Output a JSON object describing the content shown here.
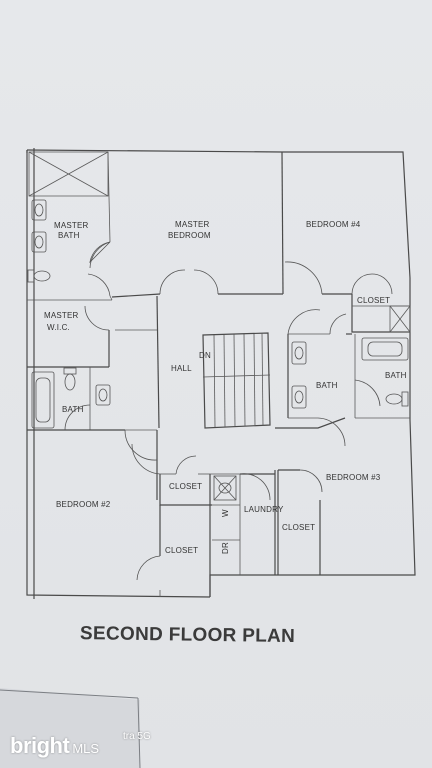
{
  "plan": {
    "title": "SECOND FLOOR PLAN",
    "rooms": {
      "master_bath_1": "MASTER",
      "master_bath_2": "BATH",
      "master_bedroom_1": "MASTER",
      "master_bedroom_2": "BEDROOM",
      "bedroom4": "BEDROOM #4",
      "closet_top": "CLOSET",
      "master_wic_1": "MASTER",
      "master_wic_2": "W.I.C.",
      "hall": "HALL",
      "dn": "DN",
      "bath_center": "BATH",
      "bath_right": "BATH",
      "bath_left": "BATH",
      "bedroom2": "BEDROOM #2",
      "closet_mid": "CLOSET",
      "laundry": "LAUNDRY",
      "w": "W",
      "dr": "DR",
      "closet_bottom": "CLOSET",
      "closet_right": "CLOSET",
      "bedroom3": "BEDROOM #3"
    }
  },
  "watermark": {
    "brand": "bright",
    "mls": "MLS",
    "camera": "tra 5G"
  },
  "colors": {
    "paper": "#e9ebee",
    "line": "#4a4a4a",
    "shadow": "#9ea1a6"
  }
}
